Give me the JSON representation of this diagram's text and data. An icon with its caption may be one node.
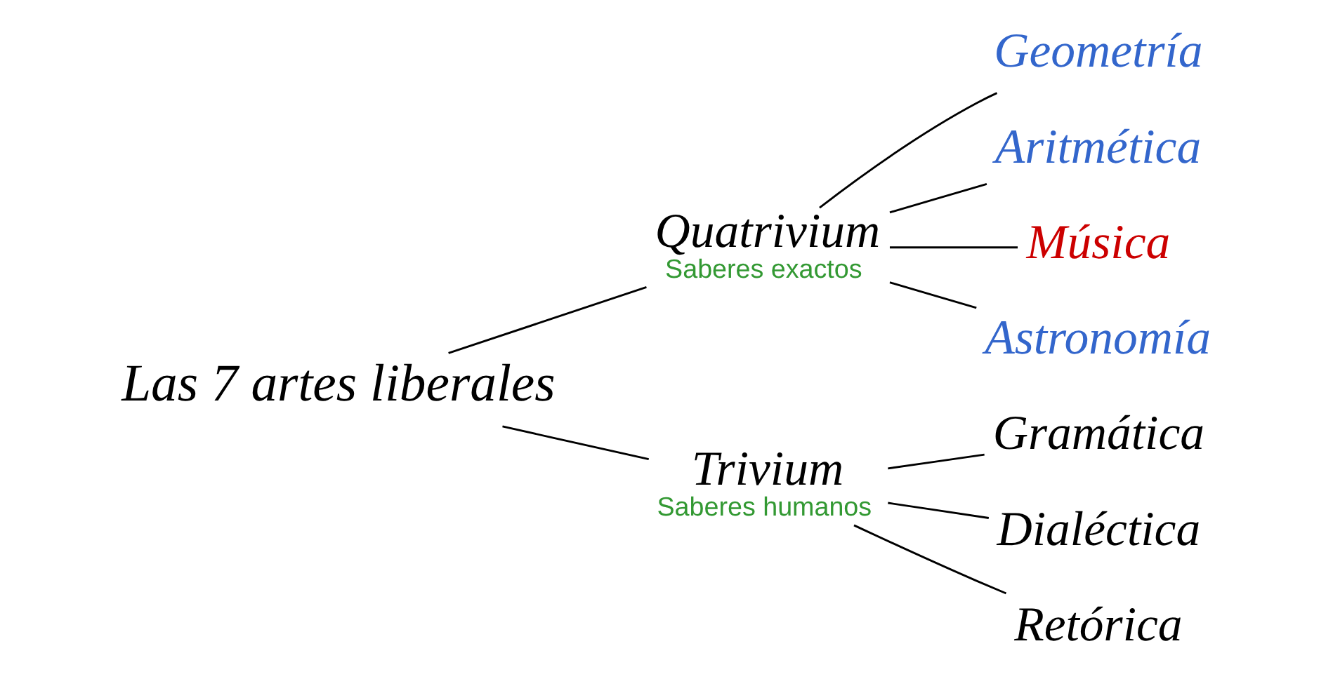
{
  "diagram": {
    "nodes": [
      {
        "text": [
          "Las 7 artes liberales"
        ]
      },
      {
        "text": [
          "Quatrivium"
        ],
        "beside": [
          "Saberes exactos"
        ]
      },
      {
        "text": [
          "Geometría"
        ]
      },
      {
        "text": [
          "Aritmética"
        ]
      },
      {
        "text": [
          "Música"
        ]
      },
      {
        "text": [
          "Astronomía"
        ]
      },
      {
        "text": [
          "Trivium"
        ],
        "beside": [
          "Saberes humanos"
        ]
      },
      {
        "text": [
          "Gramática"
        ]
      },
      {
        "text": [
          "Dialéctica"
        ]
      },
      {
        "text": [
          "Retórica"
        ]
      }
    ],
    "edges": [
      {
        "from": 0,
        "to": 1,
        "arrow": "none"
      },
      {
        "from": 0,
        "to": 6,
        "arrow": "none"
      },
      {
        "from": 1,
        "to": 2,
        "arrow": "none"
      },
      {
        "from": 1,
        "to": 3,
        "arrow": "none"
      },
      {
        "from": 1,
        "to": 4,
        "arrow": "none"
      },
      {
        "from": 1,
        "to": 5,
        "arrow": "none"
      },
      {
        "from": 6,
        "to": 7,
        "arrow": "none"
      },
      {
        "from": 6,
        "to": 8,
        "arrow": "none"
      },
      {
        "from": 6,
        "to": 9,
        "arrow": "none"
      }
    ]
  }
}
